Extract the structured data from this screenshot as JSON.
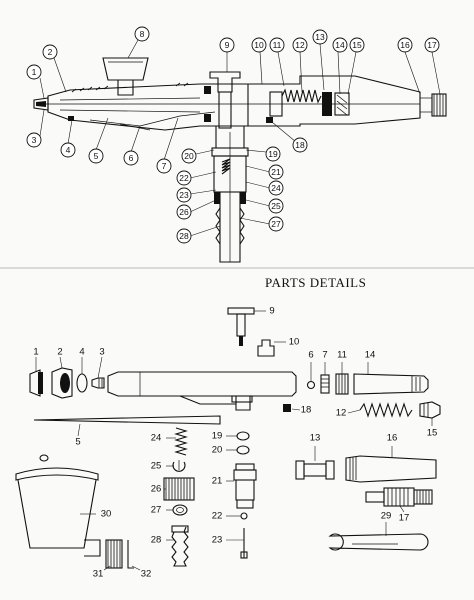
{
  "section_title": "PARTS DETAILS",
  "assembly_callouts": [
    "1",
    "2",
    "3",
    "4",
    "5",
    "6",
    "7",
    "8",
    "9",
    "10",
    "11",
    "12",
    "13",
    "14",
    "15",
    "16",
    "17",
    "18",
    "19",
    "20",
    "21",
    "22",
    "23",
    "24",
    "25",
    "26",
    "27",
    "28"
  ],
  "part_labels": [
    "1",
    "2",
    "4",
    "3",
    "9",
    "10",
    "6",
    "7",
    "11",
    "14",
    "12",
    "15",
    "18",
    "5",
    "13",
    "16",
    "24",
    "19",
    "20",
    "25",
    "21",
    "26",
    "22",
    "27",
    "17",
    "28",
    "23",
    "29",
    "30",
    "31",
    "32"
  ]
}
